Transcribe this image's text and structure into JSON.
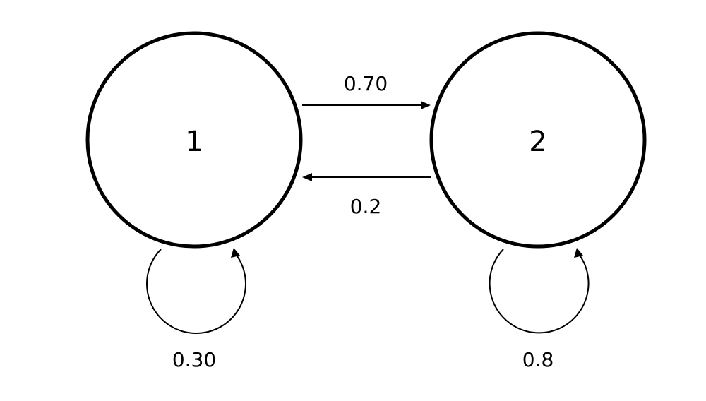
{
  "states": [
    {
      "id": "1",
      "label": "1"
    },
    {
      "id": "2",
      "label": "2"
    }
  ],
  "transitions": [
    {
      "from": "1",
      "to": "2",
      "probability": "0.70"
    },
    {
      "from": "2",
      "to": "1",
      "probability": "0.2"
    },
    {
      "from": "1",
      "to": "1",
      "probability": "0.30"
    },
    {
      "from": "2",
      "to": "2",
      "probability": "0.8"
    }
  ],
  "colors": {
    "stroke": "#000000",
    "background": "#ffffff"
  }
}
